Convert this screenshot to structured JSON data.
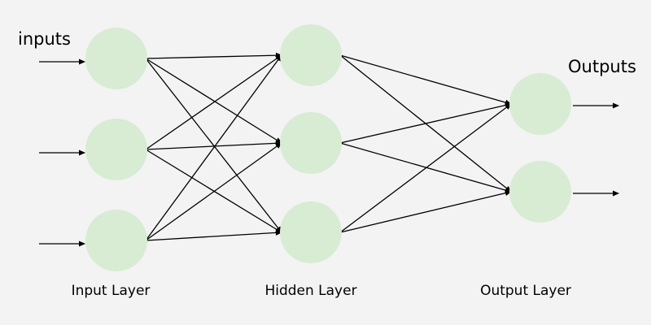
{
  "labels": {
    "inputs": "inputs",
    "outputs": "Outputs",
    "input_layer": "Input Layer",
    "hidden_layer": "Hidden Layer",
    "output_layer": "Output Layer"
  },
  "network": {
    "layer_sizes": [
      3,
      3,
      2
    ],
    "fully_connected": true,
    "input_arrows": 3,
    "output_arrows": 2
  },
  "colors": {
    "node_fill": "#d7ecd3",
    "edge": "#000000",
    "background": "#f3f3f3"
  }
}
